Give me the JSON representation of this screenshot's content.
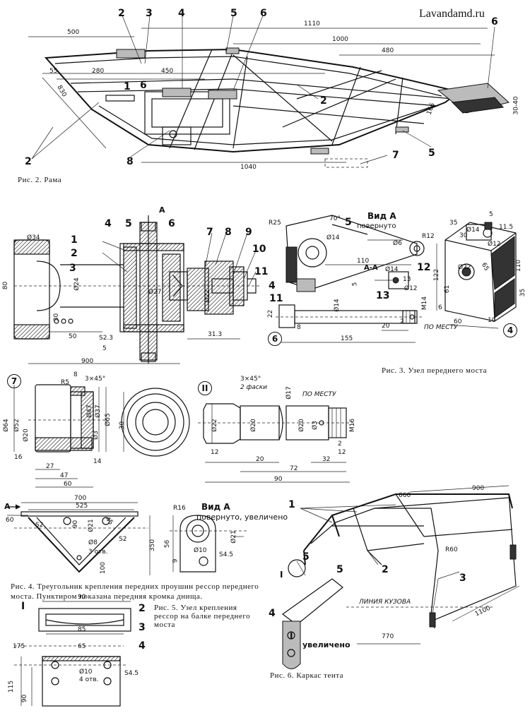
{
  "site": "Lavandamd.ru",
  "fig2": {
    "caption": "Рис. 2. Рама",
    "dims": [
      "500",
      "1110",
      "1000",
      "480",
      "55",
      "280",
      "450",
      "830",
      "1040",
      "30-40",
      "166"
    ],
    "callouts": [
      "2",
      "3",
      "4",
      "5",
      "6",
      "6",
      "1",
      "6",
      "2",
      "2",
      "8",
      "5",
      "7"
    ]
  },
  "fig3": {
    "caption": "Рис. 3. Узел переднего моста",
    "view_title": "Вид А",
    "view_sub": "повернуто",
    "section": "А-А",
    "arrow_a": "А",
    "dims": [
      "Ø34",
      "Ø27",
      "Ø24",
      "Ø22",
      "80",
      "30",
      "50",
      "900",
      "S2.3",
      "5",
      "31.3",
      "Ø14",
      "Ø6",
      "110",
      "R25",
      "R12",
      "70°",
      "5",
      "Ø14",
      "Ø12",
      "13",
      "Ø14",
      "M14",
      "155",
      "8",
      "22",
      "20",
      "2",
      "ПО МЕСТУ",
      "35",
      "122",
      "61",
      "35",
      "Ø22",
      "Ø14",
      "65",
      "110",
      "30",
      "60",
      "10",
      "6",
      "11.5",
      "5",
      "Ø12"
    ],
    "callouts": [
      "1",
      "2",
      "3",
      "4",
      "5",
      "6",
      "7",
      "8",
      "9",
      "10",
      "11",
      "4",
      "5",
      "11",
      "12",
      "13",
      "6",
      "4"
    ]
  },
  "fig7": {
    "callout": "7",
    "dims": [
      "R5",
      "8",
      "3×45°",
      "Ø64",
      "Ø52",
      "Ø20",
      "Ø47",
      "Ø37",
      "Ø65",
      "Ø3",
      "16",
      "27",
      "47",
      "60",
      "14",
      "30"
    ]
  },
  "fig11": {
    "callout": "II",
    "dims": [
      "3×45°",
      "2 фаски",
      "Ø17",
      "ПО МЕСТУ",
      "Ø22",
      "Ø20",
      "Ø20",
      "Ø3",
      "M16",
      "12",
      "20",
      "72",
      "32",
      "2",
      "12",
      "90"
    ]
  },
  "fig4": {
    "caption": "Рис. 4. Треугольник крепления передних проушин рессор переднего моста. Пунктиром показана передняя кромка днища.",
    "arrow_a": "А",
    "dims": [
      "700",
      "525",
      "60",
      "S2",
      "90",
      "Ø21",
      "45",
      "Ø8",
      "3 отв.",
      "S2",
      "350",
      "100"
    ],
    "view_title": "Вид А",
    "view_sub": "повернуто, увеличено",
    "view_dims": [
      "R16",
      "Ø21",
      "56",
      "Ø10",
      "S4.5",
      "9"
    ]
  },
  "fig5": {
    "caption": "Рис. 5. Узел крепления рессор на балке переднего моста",
    "dims": [
      "90",
      "85",
      "175",
      "65",
      "Ø10",
      "4 отв.",
      "S4.5",
      "115",
      "90"
    ],
    "callouts": [
      "I",
      "2",
      "3",
      "4"
    ]
  },
  "fig6": {
    "caption": "Рис. 6. Каркас тента",
    "dims": [
      "900",
      "660",
      "R60",
      "1100",
      "770"
    ],
    "body_line": "ЛИНИЯ КУЗОВА",
    "enlarged": "увеличено",
    "roman": "I",
    "callouts": [
      "1",
      "2",
      "3",
      "4",
      "5",
      "5",
      "I"
    ]
  }
}
